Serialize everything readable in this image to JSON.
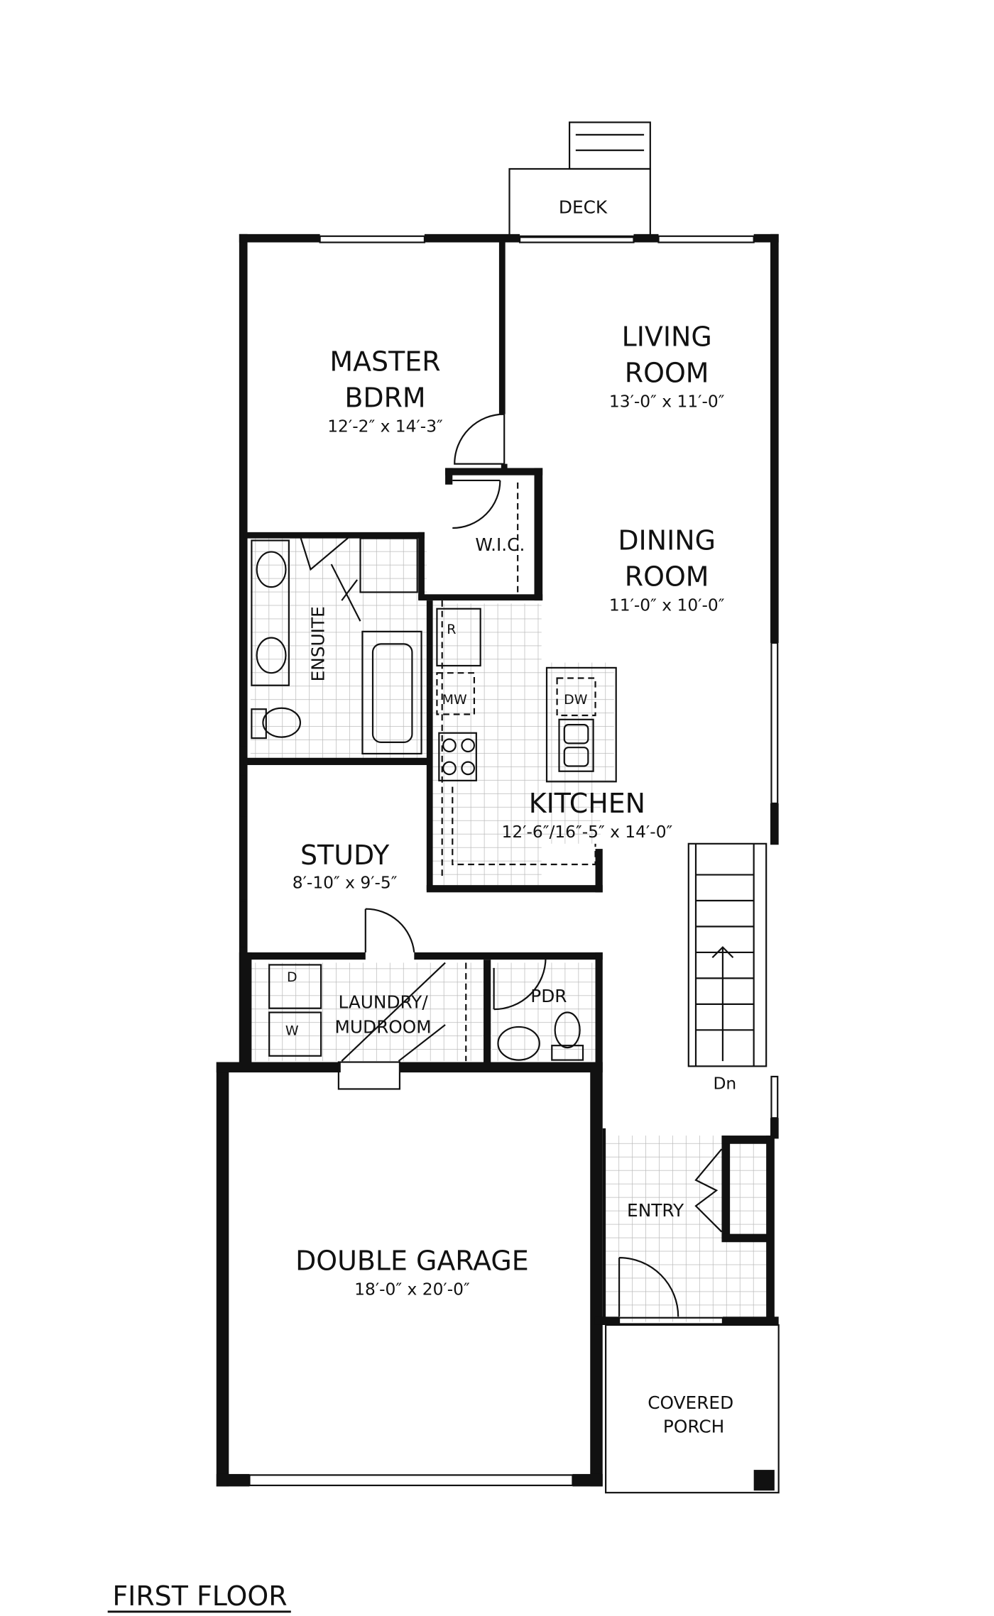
{
  "title": "FIRST FLOOR",
  "rooms": {
    "deck": {
      "name": "DECK"
    },
    "living": {
      "name1": "LIVING",
      "name2": "ROOM",
      "dims": "13′-0″ x 11′-0″"
    },
    "master": {
      "name1": "MASTER",
      "name2": "BDRM",
      "dims": "12′-2″ x 14′-3″"
    },
    "wic": {
      "name": "W.I.C."
    },
    "dining": {
      "name1": "DINING",
      "name2": "ROOM",
      "dims": "11′-0″ x 10′-0″"
    },
    "ensuite": {
      "name": "ENSUITE"
    },
    "kitchen": {
      "name": "KITCHEN",
      "dims": "12′-6″/16″-5″ x 14′-0″"
    },
    "study": {
      "name": "STUDY",
      "dims": "8′-10″ x 9′-5″"
    },
    "laundry": {
      "name1": "LAUNDRY/",
      "name2": "MUDROOM"
    },
    "pdr": {
      "name": "PDR"
    },
    "entry": {
      "name": "ENTRY"
    },
    "garage": {
      "name": "DOUBLE GARAGE",
      "dims": "18′-0″ x 20′-0″"
    },
    "porch": {
      "name1": "COVERED",
      "name2": "PORCH"
    }
  },
  "appliances": {
    "fridge": "R",
    "microwave": "MW",
    "dishwasher": "DW",
    "dryer": "D",
    "washer": "W"
  },
  "stairs": {
    "label": "Dn"
  }
}
